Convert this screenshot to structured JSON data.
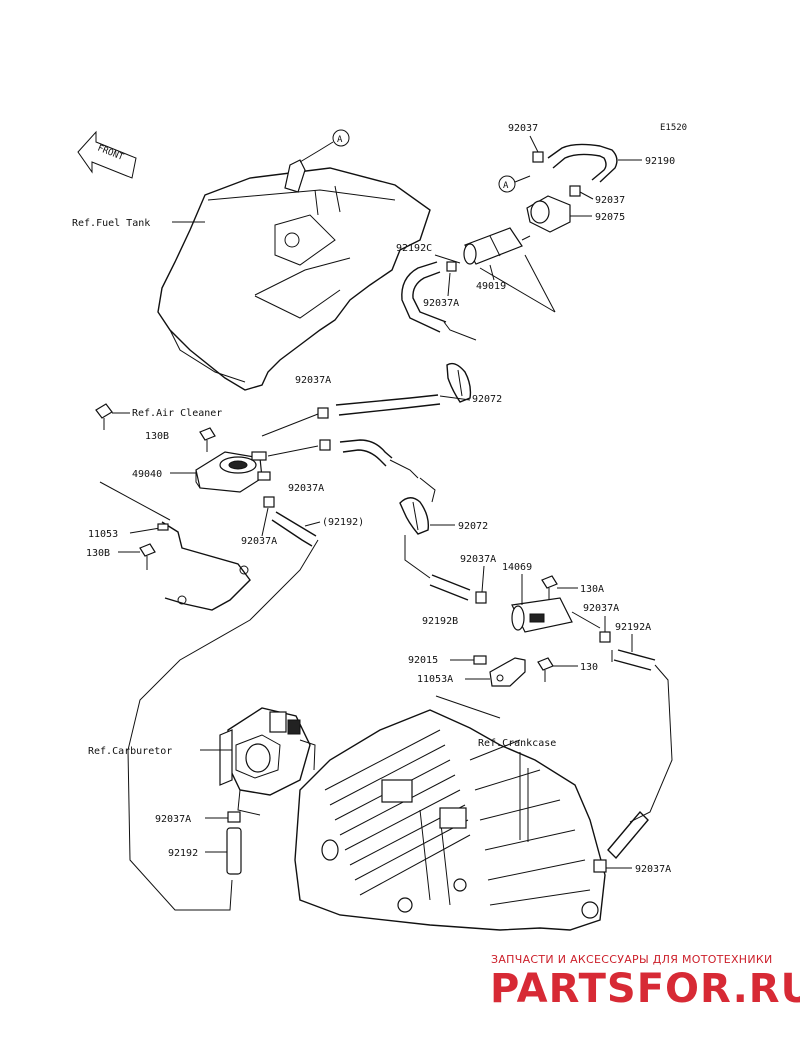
{
  "diagram_code": "E1520",
  "front_marker": "FRONT",
  "reference_letter": "A",
  "refs": {
    "fuel_tank": "Ref.Fuel Tank",
    "air_cleaner": "Ref.Air Cleaner",
    "carburetor": "Ref.Carburetor",
    "crankcase": "Ref.Crankcase"
  },
  "parts": {
    "p92037_top": "92037",
    "p92190": "92190",
    "p92037_mid": "92037",
    "p92075": "92075",
    "p92192C": "92192C",
    "p92037A_1": "92037A",
    "p49019": "49019",
    "p92037A_2": "92037A",
    "p92072_1": "92072",
    "p130B_1": "130B",
    "p49040": "49040",
    "p92037A_3": "92037A",
    "p11053": "11053",
    "p130B_2": "130B",
    "p92037A_4": "92037A",
    "p92192_paren": "(92192)",
    "p92072_2": "92072",
    "p92037A_5": "92037A",
    "p14069": "14069",
    "p130A": "130A",
    "p92192B": "92192B",
    "p92037A_6": "92037A",
    "p92192A": "92192A",
    "p92015": "92015",
    "p130": "130",
    "p11053A": "11053A",
    "p92037A_7": "92037A",
    "p92192": "92192",
    "p92037A_8": "92037A"
  },
  "watermark": {
    "tagline": "ЗАПЧАСТИ И АКСЕССУАРЫ ДЛЯ МОТОТЕХНИКИ",
    "brand": "PARTSFOR.RU"
  }
}
